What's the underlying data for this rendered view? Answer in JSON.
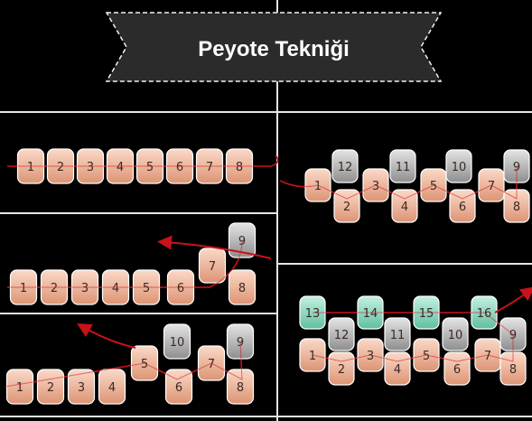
{
  "title": "Peyote Tekniği",
  "colors": {
    "background": "#000000",
    "divider": "#e6e6e6",
    "banner_fill": "#2b2b2b",
    "banner_text": "#ffffff",
    "thread": "#c8121a",
    "bead_peach_light": "#fbd9c8",
    "bead_peach_dark": "#dc9474",
    "bead_gray_light": "#e4e4e4",
    "bead_gray_dark": "#8e8e8e",
    "bead_mint_light": "#c4efe2",
    "bead_mint_dark": "#5fc0a0",
    "bead_number": "#3a2a24"
  },
  "panels": [
    {
      "id": "step-1",
      "beads": [
        {
          "label": "1",
          "color": "peach"
        },
        {
          "label": "2",
          "color": "peach"
        },
        {
          "label": "3",
          "color": "peach"
        },
        {
          "label": "4",
          "color": "peach"
        },
        {
          "label": "5",
          "color": "peach"
        },
        {
          "label": "6",
          "color": "peach"
        },
        {
          "label": "7",
          "color": "peach"
        },
        {
          "label": "8",
          "color": "peach"
        }
      ]
    },
    {
      "id": "step-2",
      "beads": [
        {
          "label": "1",
          "color": "peach"
        },
        {
          "label": "2",
          "color": "peach"
        },
        {
          "label": "3",
          "color": "peach"
        },
        {
          "label": "4",
          "color": "peach"
        },
        {
          "label": "5",
          "color": "peach"
        },
        {
          "label": "6",
          "color": "peach"
        },
        {
          "label": "7",
          "color": "peach"
        },
        {
          "label": "8",
          "color": "peach"
        },
        {
          "label": "9",
          "color": "gray"
        }
      ]
    },
    {
      "id": "step-3",
      "beads": [
        {
          "label": "1",
          "color": "peach"
        },
        {
          "label": "2",
          "color": "peach"
        },
        {
          "label": "3",
          "color": "peach"
        },
        {
          "label": "4",
          "color": "peach"
        },
        {
          "label": "5",
          "color": "peach"
        },
        {
          "label": "6",
          "color": "peach"
        },
        {
          "label": "7",
          "color": "peach"
        },
        {
          "label": "8",
          "color": "peach"
        },
        {
          "label": "9",
          "color": "gray"
        },
        {
          "label": "10",
          "color": "gray"
        }
      ]
    },
    {
      "id": "step-4",
      "beads": [
        {
          "label": "1",
          "color": "peach"
        },
        {
          "label": "2",
          "color": "peach"
        },
        {
          "label": "3",
          "color": "peach"
        },
        {
          "label": "4",
          "color": "peach"
        },
        {
          "label": "5",
          "color": "peach"
        },
        {
          "label": "6",
          "color": "peach"
        },
        {
          "label": "7",
          "color": "peach"
        },
        {
          "label": "8",
          "color": "peach"
        },
        {
          "label": "9",
          "color": "gray"
        },
        {
          "label": "10",
          "color": "gray"
        },
        {
          "label": "11",
          "color": "gray"
        },
        {
          "label": "12",
          "color": "gray"
        }
      ]
    },
    {
      "id": "step-5",
      "beads": [
        {
          "label": "1",
          "color": "peach"
        },
        {
          "label": "2",
          "color": "peach"
        },
        {
          "label": "3",
          "color": "peach"
        },
        {
          "label": "4",
          "color": "peach"
        },
        {
          "label": "5",
          "color": "peach"
        },
        {
          "label": "6",
          "color": "peach"
        },
        {
          "label": "7",
          "color": "peach"
        },
        {
          "label": "8",
          "color": "peach"
        },
        {
          "label": "9",
          "color": "gray"
        },
        {
          "label": "10",
          "color": "gray"
        },
        {
          "label": "11",
          "color": "gray"
        },
        {
          "label": "12",
          "color": "gray"
        },
        {
          "label": "13",
          "color": "mint"
        },
        {
          "label": "14",
          "color": "mint"
        },
        {
          "label": "15",
          "color": "mint"
        },
        {
          "label": "16",
          "color": "mint"
        }
      ]
    }
  ]
}
